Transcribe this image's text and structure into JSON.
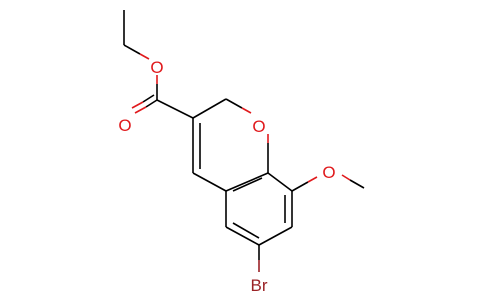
{
  "molecule": {
    "atoms": {
      "ester_carbonyl_oxygen": {
        "label": "O",
        "color": "#e0191c"
      },
      "ester_ether_oxygen": {
        "label": "O",
        "color": "#e0191c"
      },
      "ring_oxygen": {
        "label": "O",
        "color": "#e0191c"
      },
      "methoxy_oxygen": {
        "label": "O",
        "color": "#e0191c"
      },
      "bromine": {
        "label": "Br",
        "color": "#9a2226"
      }
    },
    "bond_color": "#000000"
  }
}
